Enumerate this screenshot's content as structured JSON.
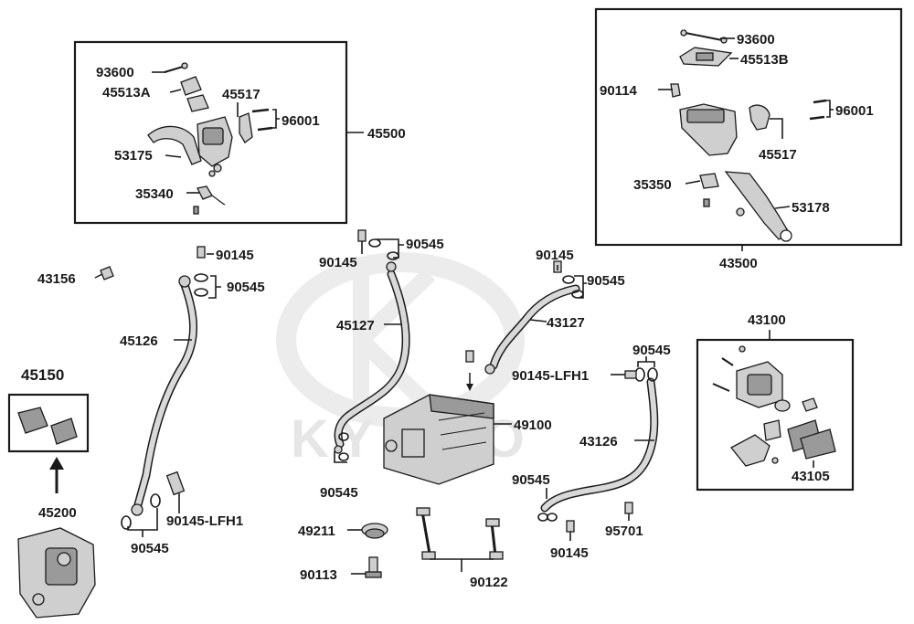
{
  "watermark": "KYMCO",
  "groups": {
    "front_master_cylinder": "45500",
    "rear_master_cylinder": "43500",
    "rear_caliper": "43100"
  },
  "labels": {
    "p93600_a": "93600",
    "p45513A": "45513A",
    "p45517_a": "45517",
    "p96001_a": "96001",
    "p53175": "53175",
    "p35340": "35340",
    "p93600_b": "93600",
    "p45513B": "45513B",
    "p90114": "90114",
    "p96001_b": "96001",
    "p45517_b": "45517",
    "p35350": "35350",
    "p53178": "53178",
    "p43156": "43156",
    "p90145_a": "90145",
    "p90545_a": "90545",
    "p45126": "45126",
    "p45150": "45150",
    "p45200": "45200",
    "p90145_lfh1_a": "90145-LFH1",
    "p90545_b": "90545",
    "p90145_b": "90145",
    "p90545_c": "90545",
    "p45127": "45127",
    "p90545_d": "90545",
    "p90145_c": "90145",
    "p90545_e": "90545",
    "p43127": "43127",
    "p49100": "49100",
    "p49211": "49211",
    "p90113": "90113",
    "p90122": "90122",
    "p90545_f": "90545",
    "p90145_lfh1_b": "90145-LFH1",
    "p43126": "43126",
    "p90545_g": "90545",
    "p95701": "95701",
    "p90145_d": "90145",
    "p43105": "43105"
  }
}
